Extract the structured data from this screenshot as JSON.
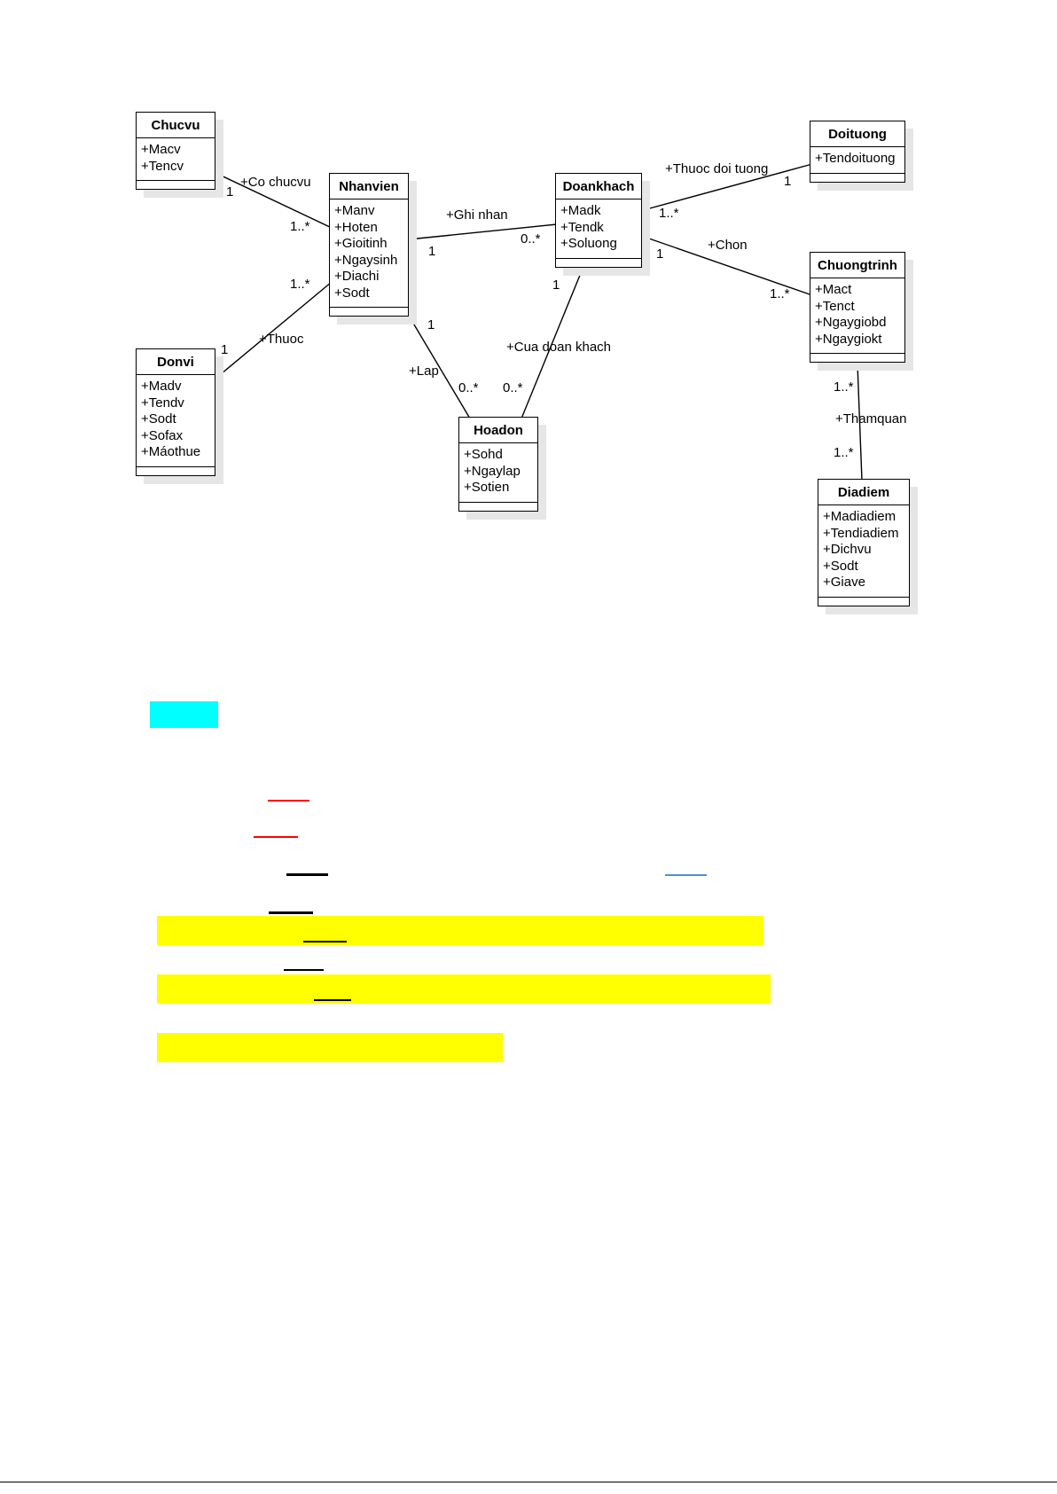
{
  "classes": {
    "chucvu": {
      "name": "Chucvu",
      "attrs": [
        "+Macv",
        "+Tencv"
      ]
    },
    "nhanvien": {
      "name": "Nhanvien",
      "attrs": [
        "+Manv",
        "+Hoten",
        "+Gioitinh",
        "+Ngaysinh",
        "+Diachi",
        "+Sodt"
      ]
    },
    "doankhach": {
      "name": "Doankhach",
      "attrs": [
        "+Madk",
        "+Tendk",
        "+Soluong"
      ]
    },
    "doituong": {
      "name": "Doituong",
      "attrs": [
        "+Tendoituong"
      ]
    },
    "chuongtrinh": {
      "name": "Chuongtrinh",
      "attrs": [
        "+Mact",
        "+Tenct",
        "+Ngaygiobd",
        "+Ngaygiokt"
      ]
    },
    "donvi": {
      "name": "Donvi",
      "attrs": [
        "+Madv",
        "+Tendv",
        "+Sodt",
        "+Sofax",
        "+Máothue"
      ]
    },
    "hoadon": {
      "name": "Hoadon",
      "attrs": [
        "+Sohd",
        "+Ngaylap",
        "+Sotien"
      ]
    },
    "diadiem": {
      "name": "Diadiem",
      "attrs": [
        "+Madiadiem",
        "+Tendiadiem",
        "+Dichvu",
        "+Sodt",
        "+Giave"
      ]
    }
  },
  "associations": {
    "co_chucvu": {
      "name": "+Co chucvu",
      "m1": "1",
      "m2": "1..*"
    },
    "thuoc": {
      "name": "+Thuoc",
      "m1": "1",
      "m2": "1..*"
    },
    "ghi_nhan": {
      "name": "+Ghi nhan",
      "m1": "1",
      "m2": "0..*"
    },
    "lap": {
      "name": "+Lap",
      "m1": "1",
      "m2": "0..*"
    },
    "cua_doan_khach": {
      "name": "+Cua doan khach",
      "m1": "1",
      "m2": "0..*"
    },
    "thuoc_doi_tuong": {
      "name": "+Thuoc doi tuong",
      "m1": "1..*",
      "m2": "1"
    },
    "chon": {
      "name": "+Chon",
      "m1": "1",
      "m2": "1..*"
    },
    "thamquan": {
      "name": "+Thamquan",
      "m1": "1..*",
      "m2": "1..*"
    }
  },
  "colors": {
    "highlight_cyan": "#00ffff",
    "highlight_yellow": "#ffff00",
    "underline_red": "#ff0000",
    "underline_black": "#000000",
    "underline_blue": "#4a8fd4"
  }
}
